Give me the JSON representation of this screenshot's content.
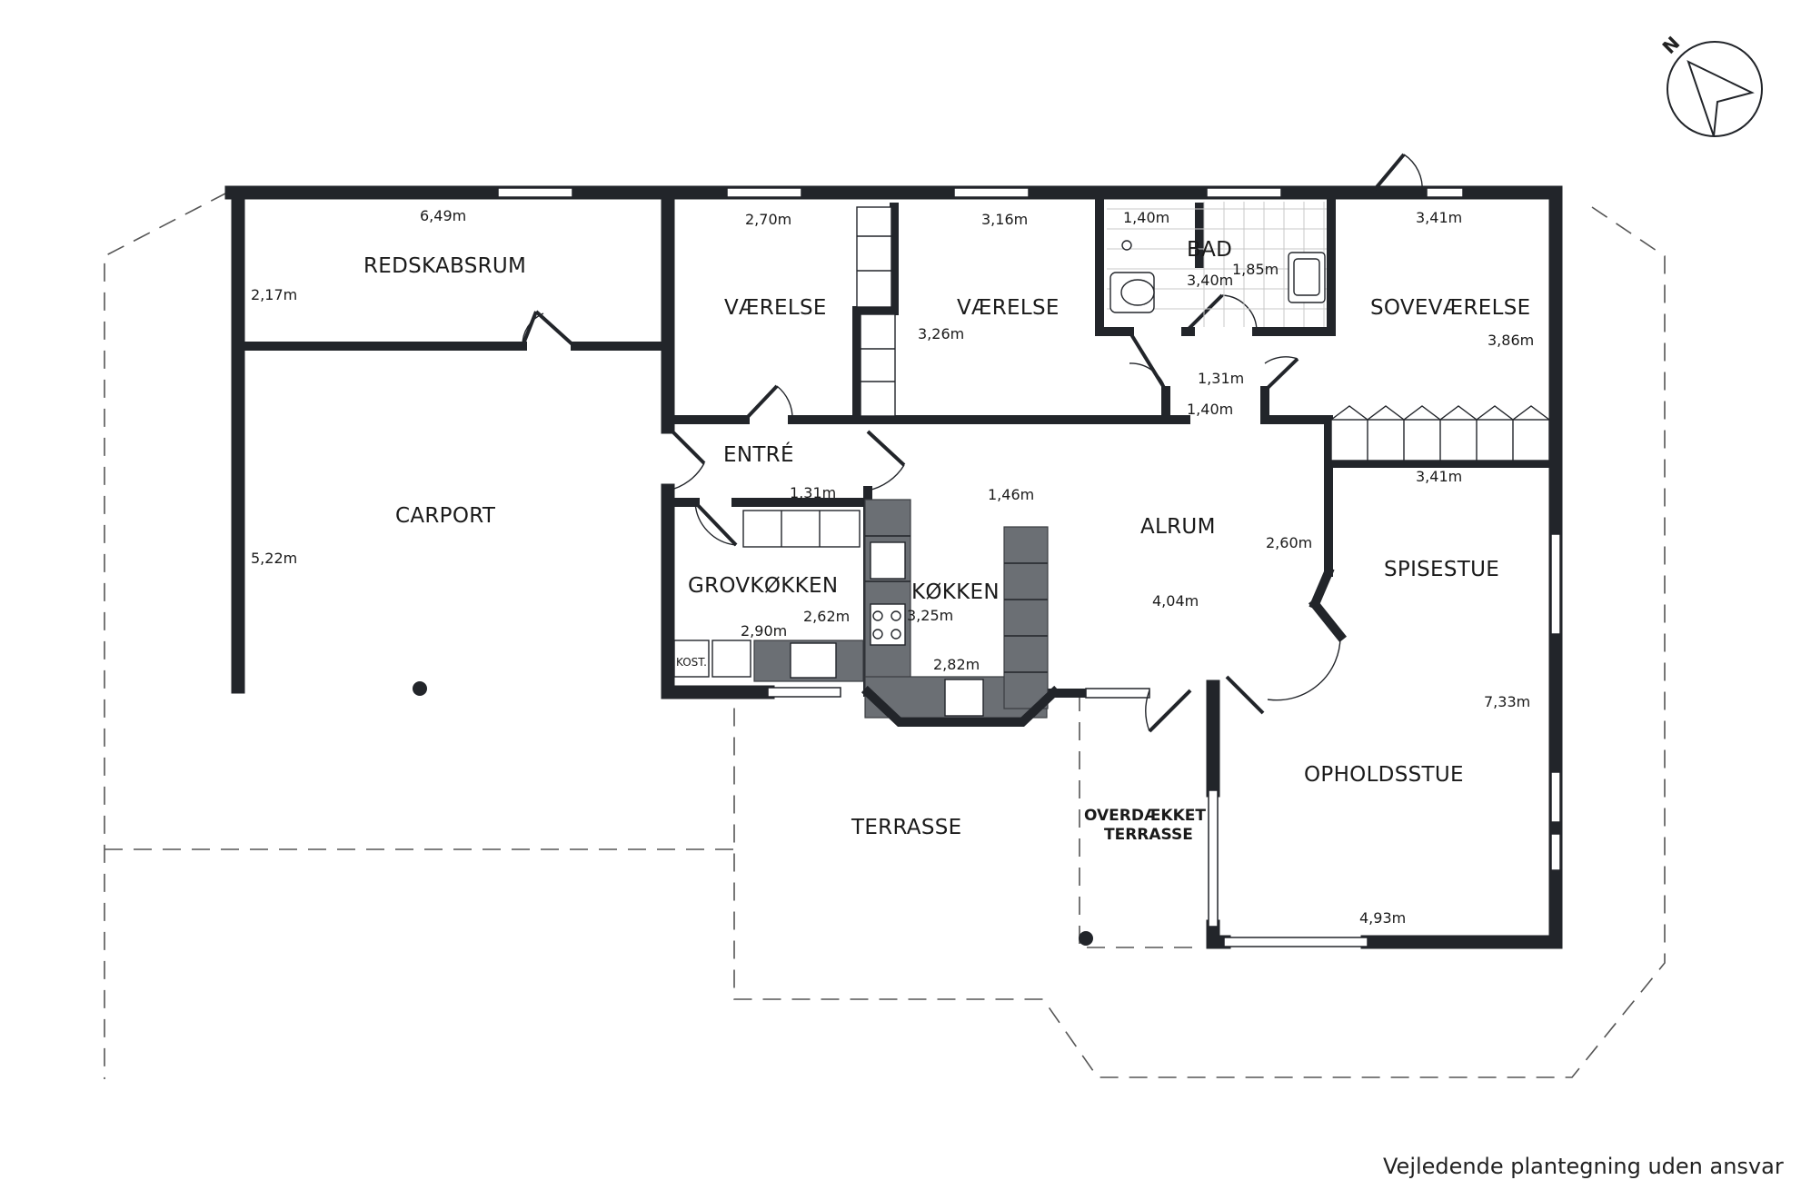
{
  "rooms": {
    "redskabsrum": "REDSKABSRUM",
    "carport": "CARPORT",
    "vaerelse_1": "VÆRELSE",
    "vaerelse_2": "VÆRELSE",
    "bad": "BAD",
    "sovevaerelse": "SOVEVÆRELSE",
    "entre": "ENTRÉ",
    "grovkokken": "GROVKØKKEN",
    "kokken": "KØKKEN",
    "alrum": "ALRUM",
    "spisestue": "SPISESTUE",
    "opholdsstue": "OPHOLDSSTUE",
    "terrasse": "TERRASSE",
    "overdaekket_line1": "OVERDÆKKET",
    "overdaekket_line2": "TERRASSE",
    "kost": "KOST."
  },
  "dimensions": {
    "redskabsrum_w": "6,49m",
    "redskabsrum_h": "2,17m",
    "carport_h": "5,22m",
    "vaerelse1_w": "2,70m",
    "vaerelse2_w": "3,16m",
    "vaerelse2_h": "3,26m",
    "bad_w": "1,40m",
    "bad_l": "3,40m",
    "bad_h": "1,85m",
    "sove_w": "3,41m",
    "sove_h": "3,86m",
    "hall_w": "1,31m",
    "hall_l": "1,40m",
    "entre_w": "1,31m",
    "grov_w": "2,90m",
    "grov_h": "2,62m",
    "kokken_h": "3,25m",
    "kokken_w": "2,82m",
    "alrum_top": "1,46m",
    "alrum_h": "2,60m",
    "alrum_w": "4,04m",
    "spise_w": "3,41m",
    "ophold_h": "7,33m",
    "ophold_w": "4,93m"
  },
  "compass": {
    "label": "N"
  },
  "footer": "Vejledende plantegning uden ansvar",
  "colors": {
    "wall": "#22252a",
    "counter": "#6b6f74",
    "background": "#ffffff"
  }
}
